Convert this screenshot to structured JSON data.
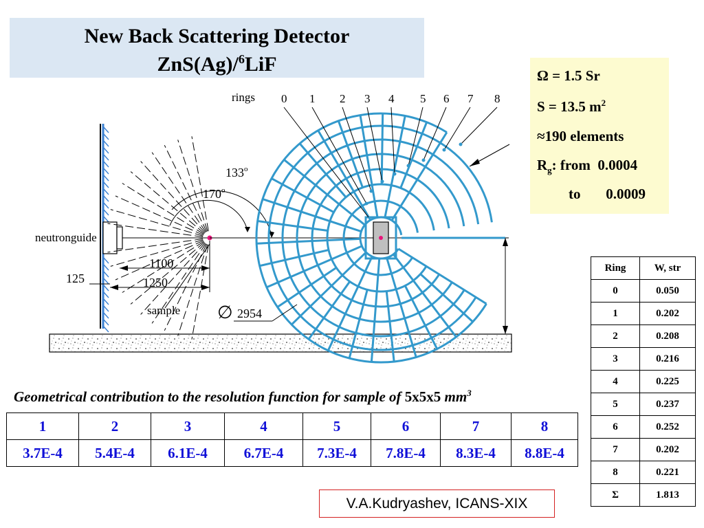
{
  "title": {
    "line1": "New Back Scattering Detector",
    "line2_prefix": "ZnS(Ag)/",
    "line2_sup": "6",
    "line2_suffix": "LiF"
  },
  "params": {
    "solid_angle": "Ω = 1.5 Sr",
    "area_main": "S = 13.5 m",
    "area_sup": "2",
    "elements": "≈190 elements",
    "rg_symbol": "R",
    "rg_sub": "g",
    "rg_from": ": from  0.0004",
    "rg_to": "to       0.0009"
  },
  "diagram": {
    "rings_label": "rings",
    "ring_numbers": [
      "0",
      "1",
      "2",
      "3",
      "4",
      "5",
      "6",
      "7",
      "8"
    ],
    "angle_133": "133",
    "angle_170": "170",
    "degree": "o",
    "neutronguide_label": "neutronguide",
    "dim_1100": "1100",
    "dim_1250": "1250",
    "dim_125": "125",
    "sample_label": "sample",
    "diameter_symbol": "∅",
    "diameter_value": "2954",
    "colors": {
      "detector": "#3399cc",
      "sample_dot": "#e8147a",
      "guide": "#3a7fd0"
    }
  },
  "caption": {
    "text": "Geometrical contribution to the resolution function for sample of ",
    "size": "5x5x5",
    "unit": " mm",
    "unit_sup": "3"
  },
  "resolution_table": {
    "headers": [
      "1",
      "2",
      "3",
      "4",
      "5",
      "6",
      "7",
      "8"
    ],
    "values": [
      "3.7E-4",
      "5.4E-4",
      "6.1E-4",
      "6.7E-4",
      "7.3E-4",
      "7.8E-4",
      "8.3E-4",
      "8.8E-4"
    ]
  },
  "ring_table": {
    "headers": [
      "Ring",
      "W, str"
    ],
    "rows": [
      [
        "0",
        "0.050"
      ],
      [
        "1",
        "0.202"
      ],
      [
        "2",
        "0.208"
      ],
      [
        "3",
        "0.216"
      ],
      [
        "4",
        "0.225"
      ],
      [
        "5",
        "0.237"
      ],
      [
        "6",
        "0.252"
      ],
      [
        "7",
        "0.202"
      ],
      [
        "8",
        "0.221"
      ],
      [
        "Σ",
        "1.813"
      ]
    ]
  },
  "credit": "V.A.Kudryashev, ICANS-XIX"
}
